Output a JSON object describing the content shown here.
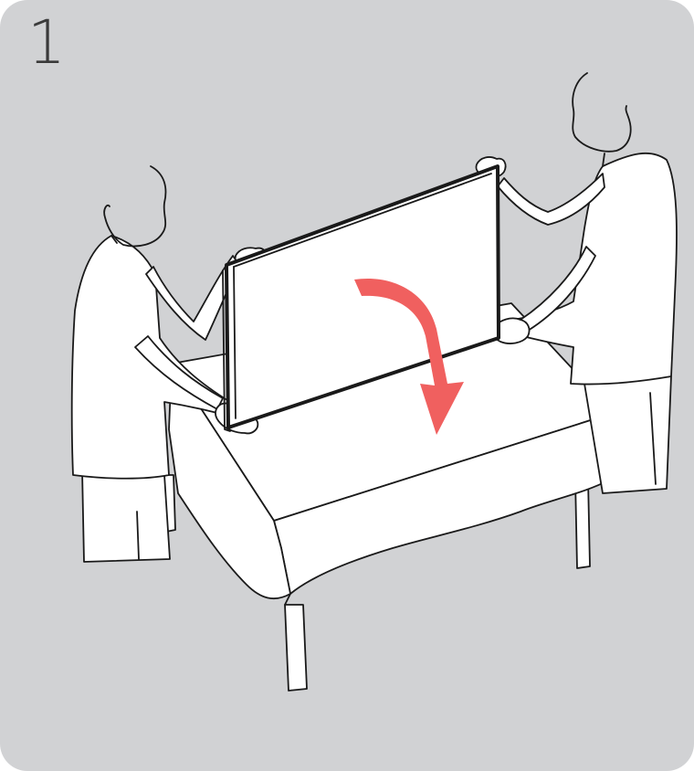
{
  "step": {
    "number": "1"
  },
  "colors": {
    "panel_background": "#d1d2d4",
    "arrow": "#f0605f",
    "line_art": "#1a1a1a",
    "fill": "#ffffff"
  },
  "illustration": {
    "icons": [
      "person-left",
      "person-right",
      "tv-panel",
      "table-with-cloth",
      "rotate-down-arrow-icon"
    ]
  }
}
